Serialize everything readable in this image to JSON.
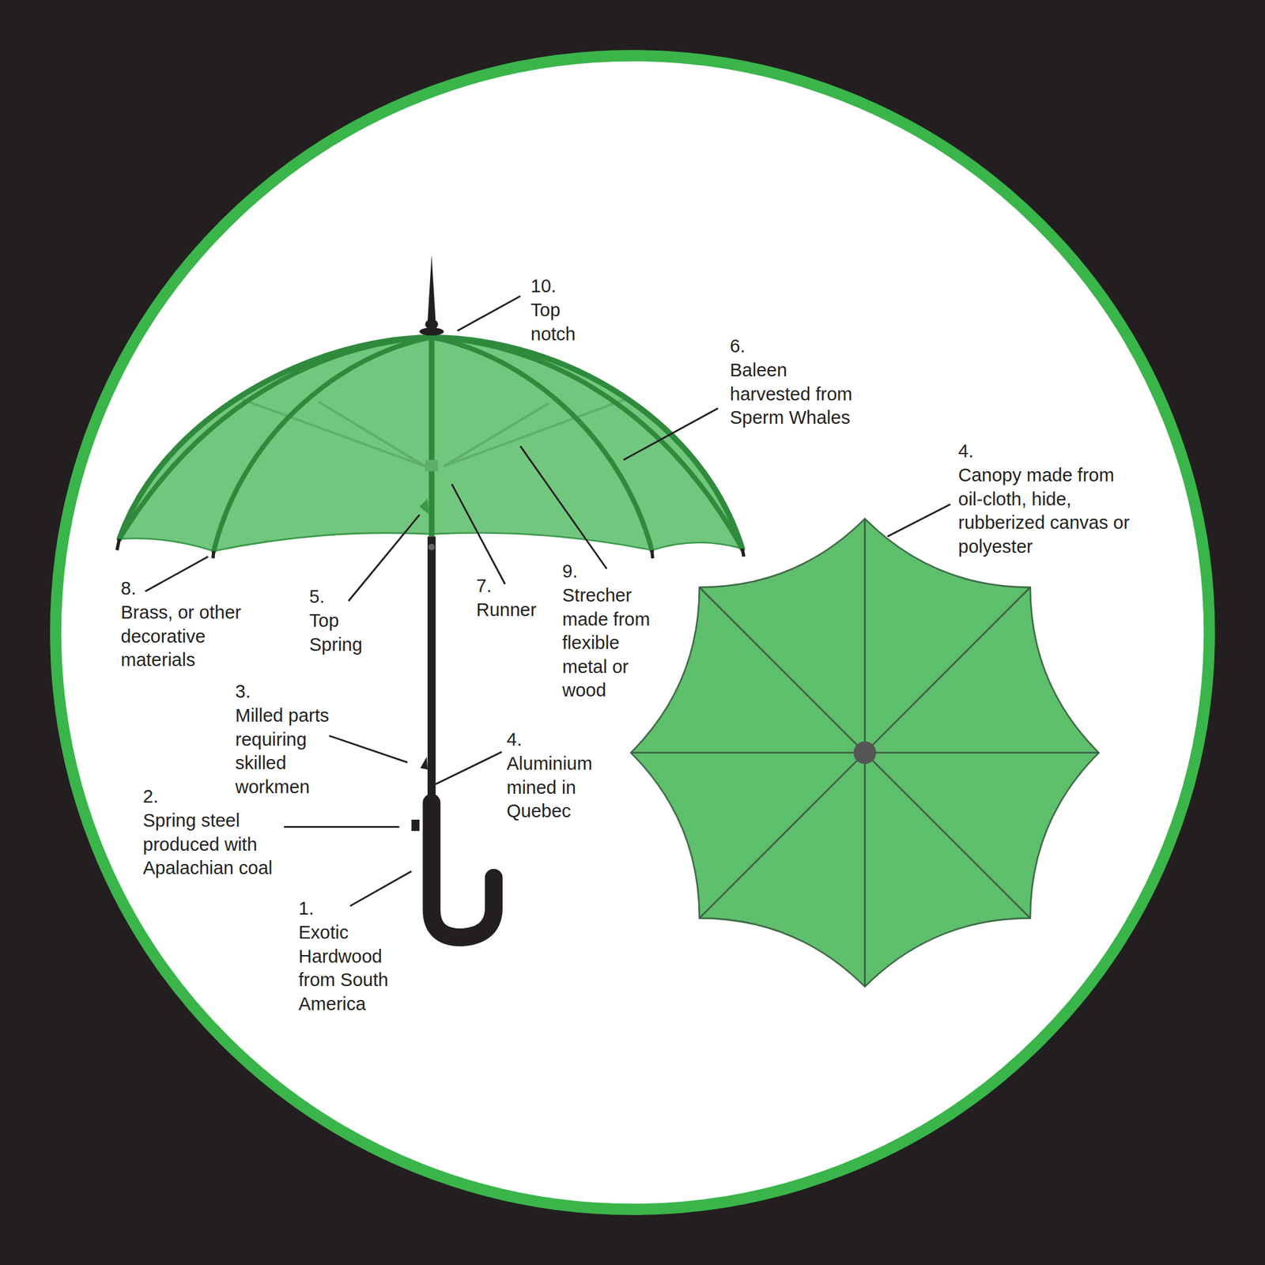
{
  "diagram": {
    "labels": [
      "10.",
      "Top notch",
      "6.",
      "Baleen harvested from Sperm Whales",
      "4.",
      "Canopy made from oil-cloth, hide, rubberized canvas or polyester",
      "8.",
      "Brass, or other decorative materials",
      "5.",
      "Top Spring",
      "7.",
      "Runner",
      "9.",
      "Strecher made from flexible metal or wood",
      "3.",
      "Milled parts requiring skilled workmen",
      "4.",
      "Aluminium mined in Quebec",
      "2.",
      "Spring steel produced with Apalachian coal",
      "1.",
      "Exotic Hardwood from South America"
    ]
  }
}
